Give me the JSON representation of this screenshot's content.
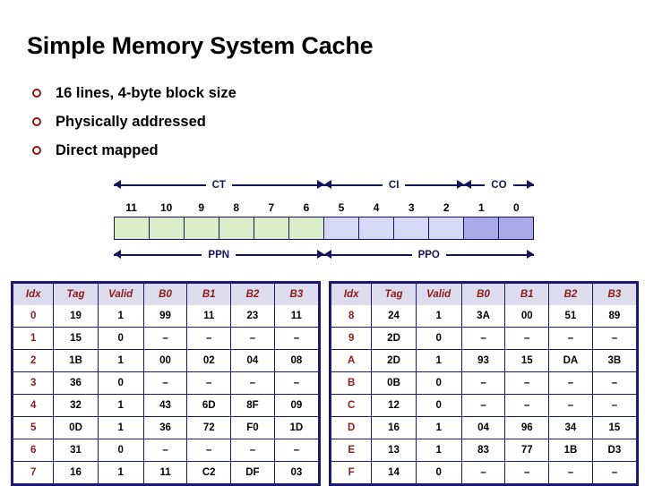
{
  "title": "Simple Memory System Cache",
  "bullets": [
    {
      "marker": "circle-bullet-icon",
      "text": "16 lines, 4-byte block size"
    },
    {
      "marker": "circle-bullet-icon",
      "text": "Physically addressed"
    },
    {
      "marker": "circle-bullet-icon",
      "text": "Direct mapped"
    }
  ],
  "address_diagram": {
    "top_spans": [
      {
        "label": "CT",
        "bits": [
          11,
          6
        ]
      },
      {
        "label": "CI",
        "bits": [
          5,
          2
        ]
      },
      {
        "label": "CO",
        "bits": [
          1,
          0
        ]
      }
    ],
    "bottom_spans": [
      {
        "label": "PPN",
        "bits": [
          11,
          6
        ]
      },
      {
        "label": "PPO",
        "bits": [
          5,
          0
        ]
      }
    ],
    "bit_numbers": [
      "11",
      "10",
      "9",
      "8",
      "7",
      "6",
      "5",
      "4",
      "3",
      "2",
      "1",
      "0"
    ],
    "bit_fields": [
      "ct",
      "ct",
      "ct",
      "ct",
      "ct",
      "ct",
      "ci",
      "ci",
      "ci",
      "ci",
      "co",
      "co"
    ],
    "colors": {
      "ct": "#daedc9",
      "ci": "#d6d8f5",
      "co": "#a8aae8",
      "line": "#14145a"
    }
  },
  "cache_tables": {
    "columns": [
      "Idx",
      "Tag",
      "Valid",
      "B0",
      "B1",
      "B2",
      "B3"
    ],
    "left_rows": [
      [
        "0",
        "19",
        "1",
        "99",
        "11",
        "23",
        "11"
      ],
      [
        "1",
        "15",
        "0",
        "–",
        "–",
        "–",
        "–"
      ],
      [
        "2",
        "1B",
        "1",
        "00",
        "02",
        "04",
        "08"
      ],
      [
        "3",
        "36",
        "0",
        "–",
        "–",
        "–",
        "–"
      ],
      [
        "4",
        "32",
        "1",
        "43",
        "6D",
        "8F",
        "09"
      ],
      [
        "5",
        "0D",
        "1",
        "36",
        "72",
        "F0",
        "1D"
      ],
      [
        "6",
        "31",
        "0",
        "–",
        "–",
        "–",
        "–"
      ],
      [
        "7",
        "16",
        "1",
        "11",
        "C2",
        "DF",
        "03"
      ]
    ],
    "right_rows": [
      [
        "8",
        "24",
        "1",
        "3A",
        "00",
        "51",
        "89"
      ],
      [
        "9",
        "2D",
        "0",
        "–",
        "–",
        "–",
        "–"
      ],
      [
        "A",
        "2D",
        "1",
        "93",
        "15",
        "DA",
        "3B"
      ],
      [
        "B",
        "0B",
        "0",
        "–",
        "–",
        "–",
        "–"
      ],
      [
        "C",
        "12",
        "0",
        "–",
        "–",
        "–",
        "–"
      ],
      [
        "D",
        "16",
        "1",
        "04",
        "96",
        "34",
        "15"
      ],
      [
        "E",
        "13",
        "1",
        "83",
        "77",
        "1B",
        "D3"
      ],
      [
        "F",
        "14",
        "0",
        "–",
        "–",
        "–",
        "–"
      ]
    ],
    "header_bg": "#dcdcec",
    "header_text_color": "#8b1a1a",
    "border_color": "#1a1a6e"
  }
}
